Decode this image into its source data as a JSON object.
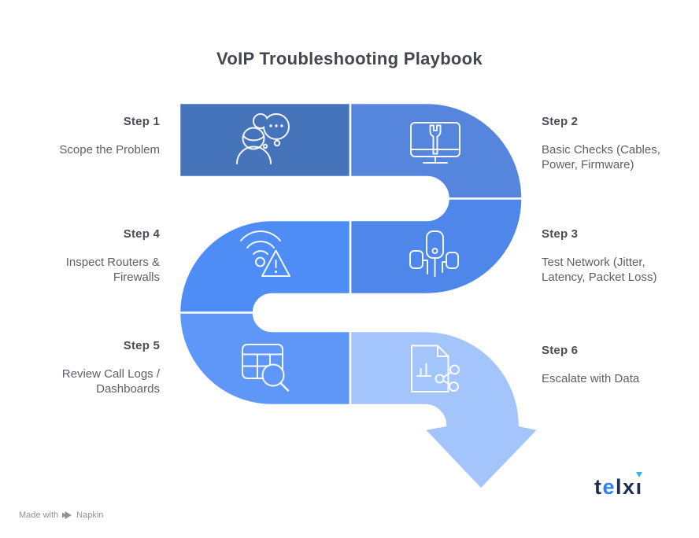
{
  "title": "VoIP Troubleshooting Playbook",
  "steps": [
    {
      "label": "Step 1",
      "description": "Scope the Problem",
      "side": "left",
      "color": "#4574BB",
      "icon": "person-thinking-icon"
    },
    {
      "label": "Step 2",
      "description": "Basic Checks (Cables, Power, Firmware)",
      "side": "right",
      "color": "#5685DD",
      "icon": "monitor-wrench-icon"
    },
    {
      "label": "Step 3",
      "description": "Test Network (Jitter, Latency, Packet Loss)",
      "side": "right",
      "color": "#4F86EA",
      "icon": "network-devices-icon"
    },
    {
      "label": "Step 4",
      "description": "Inspect Routers & Firewalls",
      "side": "left",
      "color": "#4F8DF6",
      "icon": "wifi-warning-icon"
    },
    {
      "label": "Step 5",
      "description": "Review Call Logs / Dashboards",
      "side": "left",
      "color": "#5F97F9",
      "icon": "table-search-icon"
    },
    {
      "label": "Step 6",
      "description": "Escalate with Data",
      "side": "right",
      "color": "#A4C4FC",
      "icon": "document-share-icon"
    }
  ],
  "flow": {
    "shape": "s-curve-with-arrow",
    "divider_color": "#FFFFFF",
    "icon_stroke": "#FFFFFF"
  },
  "footer": {
    "made_with": "Made with",
    "brand": "Napkin"
  },
  "logo": {
    "text": "telxi",
    "parts": {
      "pre": "t",
      "accent": "e",
      "mid": "lx",
      "i_stem": "ı"
    },
    "navy": "#1E2C50",
    "accent_blue": "#2E7DF5",
    "triangle_cyan": "#2EB3EA"
  }
}
